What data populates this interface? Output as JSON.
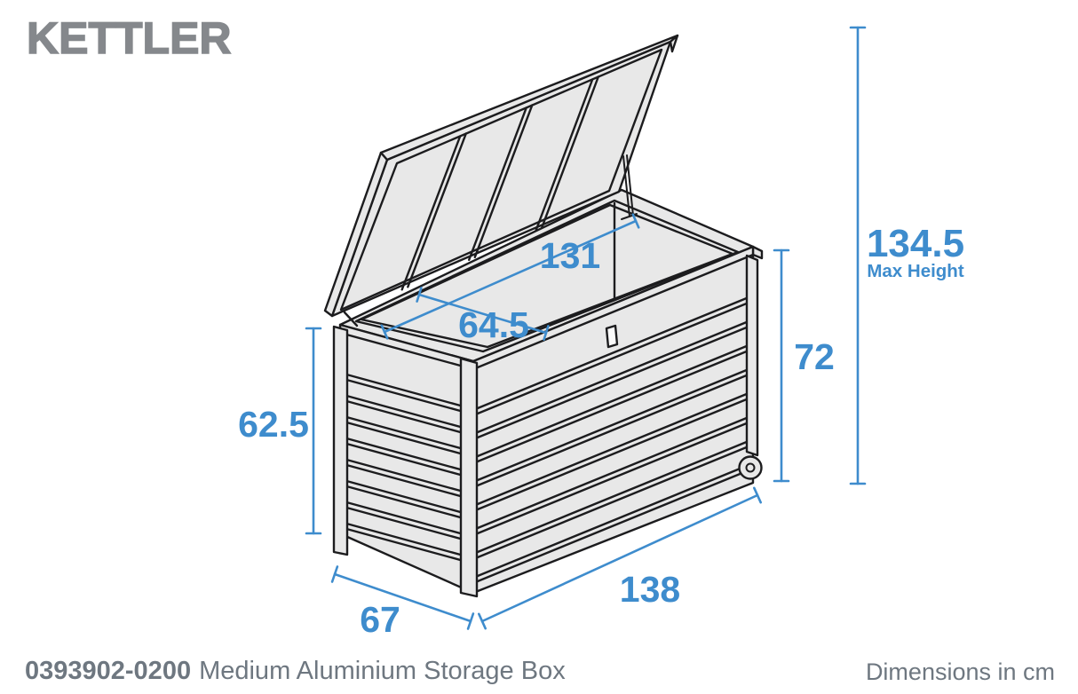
{
  "brand": {
    "logo_text": "KETTLER"
  },
  "product": {
    "code": "0393902-0200",
    "name": "Medium Aluminium Storage Box"
  },
  "units": {
    "note": "Dimensions in cm"
  },
  "dimensions": {
    "interior_length_cm": "131",
    "interior_depth_cm": "64.5",
    "panel_height_cm": "62.5",
    "box_height_cm": "72",
    "max_height_cm": "134.5",
    "max_height_label": "Max Height",
    "overall_depth_cm": "67",
    "overall_length_cm": "138"
  },
  "colors": {
    "dimension_blue": "#3e8ccd",
    "drawing_line": "#1c1c1e",
    "panel_fill": "#e8e8e8",
    "logo_gray": "#85888c",
    "footer_gray": "#6e7780"
  }
}
